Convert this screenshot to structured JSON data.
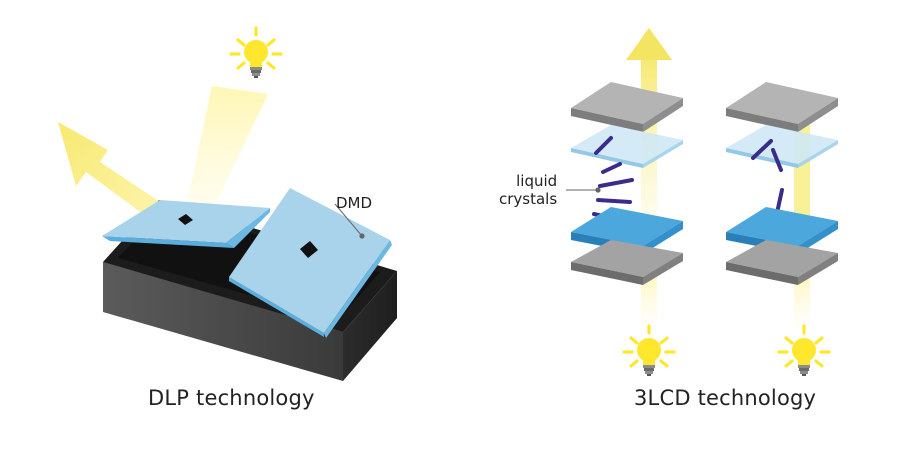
{
  "captions": {
    "dlp": "DLP technology",
    "lcd": "3LCD technology"
  },
  "labels": {
    "dmd": "DMD",
    "liquid_crystals_line1": "liquid",
    "liquid_crystals_line2": "crystals"
  },
  "icons": [
    "light-bulb-icon",
    "light-bulb-icon",
    "light-bulb-icon",
    "up-arrow-icon"
  ],
  "colors": {
    "mirror_blue": "#a9d3ea",
    "mirror_edge": "#5aaede",
    "chip_body": "#3a3a3a",
    "light_yellow": "#f7ec6a",
    "bulb_yellow": "#ffe72e",
    "crystal_purple": "#3b2c8c",
    "plate_gray": "#b3b3b3"
  }
}
